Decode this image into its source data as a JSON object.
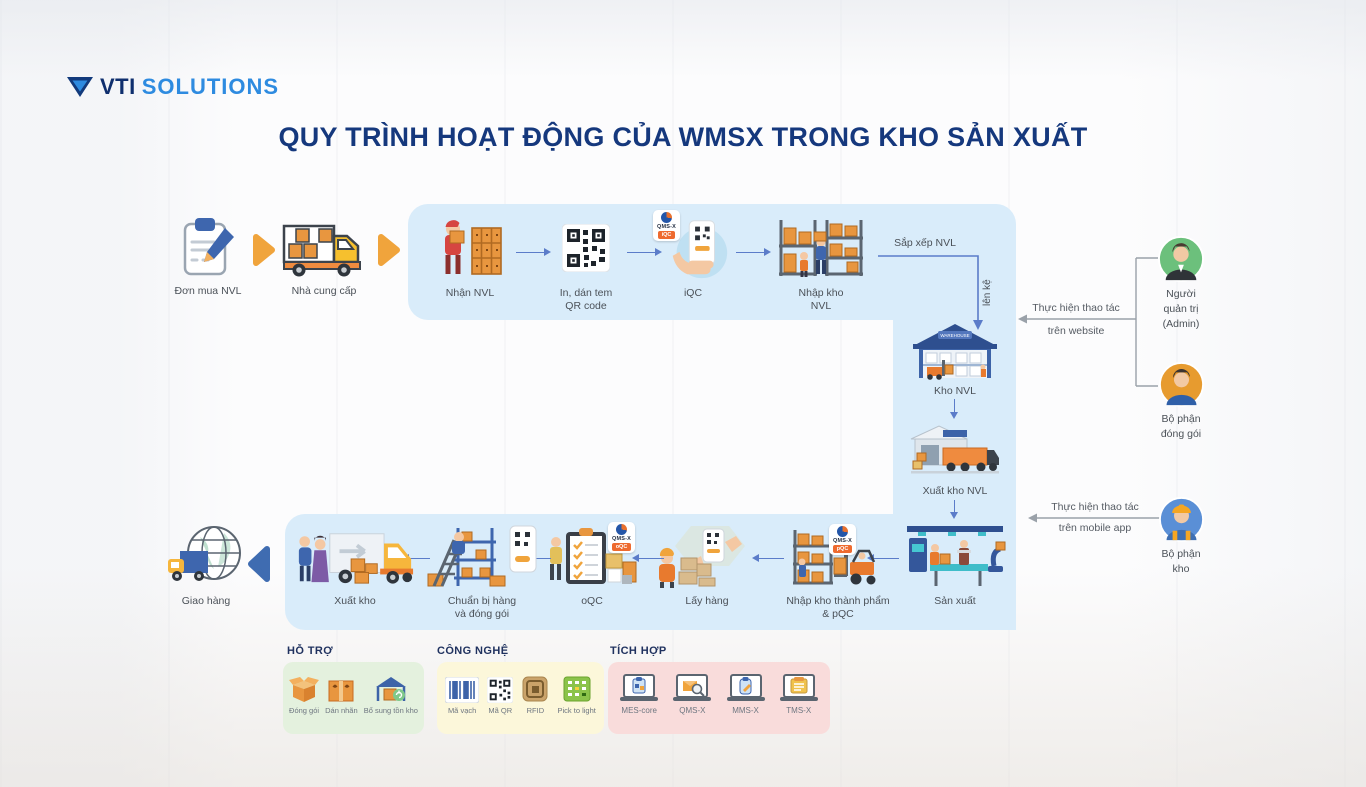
{
  "logo": {
    "brand": "VTI",
    "suffix": "SOLUTIONS"
  },
  "title": "QUY TRÌNH HOẠT ĐỘNG CỦA WMSX TRONG KHO SẢN XUẤT",
  "colors": {
    "accent_orange": "#f0a43c",
    "panel_blue": "#d9ecfa",
    "arrow_blue": "#5b7cc9",
    "title_navy": "#15387d",
    "legend_green": "#e4f1de",
    "legend_yellow": "#fcf7da",
    "legend_pink": "#f9dcdb"
  },
  "flow": {
    "pre_steps": [
      {
        "label": "Đơn mua NVL"
      },
      {
        "label": "Nhà cung cấp"
      }
    ],
    "top_steps": [
      {
        "label": "Nhận NVL"
      },
      {
        "label": "In, dán tem",
        "label2": "QR code"
      },
      {
        "label": "iQC",
        "badge": "QMS-X",
        "tag": "iQC"
      },
      {
        "label": "Nhập kho",
        "label2": "NVL"
      }
    ],
    "transfer": {
      "horizontal": "Sắp xếp NVL",
      "vertical": "lên kệ"
    },
    "right_steps": [
      {
        "label": "Kho NVL",
        "sign": "WAREHOUSE"
      },
      {
        "label": "Xuất kho NVL"
      },
      {
        "label": "Sản xuất"
      }
    ],
    "bottom_steps": [
      {
        "label": "Xuất kho"
      },
      {
        "label": "Chuẩn bị hàng",
        "label2": "và đóng gói"
      },
      {
        "label": "oQC",
        "badge": "QMS-X",
        "tag": "oQC"
      },
      {
        "label": "Lấy hàng"
      },
      {
        "label": "Nhập kho thành phẩm",
        "label2": "& pQC",
        "badge": "QMS-X",
        "tag": "pQC"
      }
    ],
    "post_step": {
      "label": "Giao hàng"
    }
  },
  "actors": {
    "website_note": {
      "line1": "Thực hiện thao tác",
      "line2": "trên website"
    },
    "mobile_note": {
      "line1": "Thực hiện thao tác",
      "line2": "trên mobile app"
    },
    "admin": {
      "line1": "Người",
      "line2": "quản trị",
      "line3": "(Admin)"
    },
    "packing": {
      "line1": "Bộ phận",
      "line2": "đóng gói"
    },
    "warehouse": {
      "line1": "Bộ phận",
      "line2": "kho"
    }
  },
  "legend": {
    "support": {
      "title": "HỖ TRỢ",
      "items": [
        {
          "label": "Đóng gói"
        },
        {
          "label": "Dán nhãn"
        },
        {
          "label": "Bổ sung tồn kho"
        }
      ]
    },
    "technology": {
      "title": "CÔNG NGHỆ",
      "items": [
        {
          "label": "Mã vạch"
        },
        {
          "label": "Mã QR"
        },
        {
          "label": "RFID"
        },
        {
          "label": "Pick to light"
        }
      ]
    },
    "integration": {
      "title": "TÍCH HỢP",
      "items": [
        {
          "label": "MES-core"
        },
        {
          "label": "QMS-X"
        },
        {
          "label": "MMS-X"
        },
        {
          "label": "TMS-X"
        }
      ]
    }
  }
}
